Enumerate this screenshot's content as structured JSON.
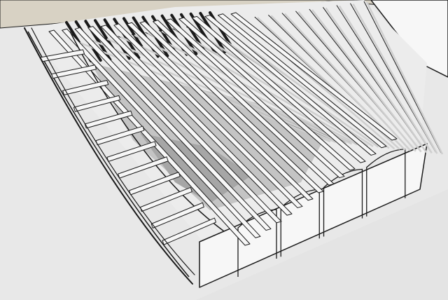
{
  "scene": {
    "kind": "3d-wireframe-model",
    "subject": "roof-framing",
    "colors": {
      "background": "#e8e8e8",
      "ceiling": "#d8d2c4",
      "panel_light": "#f7f7f7",
      "panel_mid": "#cfcfcf",
      "panel_dark": "#a6a6a6",
      "panel_shadow": "#6e6e6e",
      "line": "#1a1a1a"
    },
    "counts": {
      "ladder_rungs": 12,
      "rafters": 15,
      "roof_battens": 22,
      "back_slats": 16,
      "wall_bays": 4
    }
  }
}
